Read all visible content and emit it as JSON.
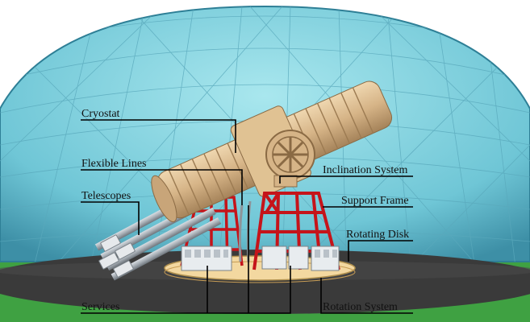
{
  "labels": {
    "cryostat": "Cryostat",
    "flexible_lines": "Flexible Lines",
    "telescopes": "Telescopes",
    "services": "Services",
    "inclination_system": "Inclination System",
    "support_frame": "Support Frame",
    "rotating_disk": "Rotating Disk",
    "rotation_system": "Rotation System"
  },
  "colors": {
    "sky": "#ffffff",
    "ground": "#3fa142",
    "dome": "#7fd3e0",
    "floor": "#3a3a3a",
    "cryostat": "#d9b98d",
    "frame": "#c5141a",
    "disk": "#f3d8a0",
    "telescope": "#9ea6ae",
    "leader_line": "#000000"
  }
}
